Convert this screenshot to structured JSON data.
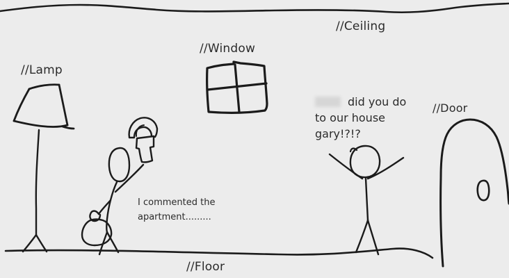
{
  "scene": {
    "background_color": "#ececec",
    "ink_color": "#1b1b1b",
    "censor_color": "#d6d6d6"
  },
  "labels": {
    "ceiling": "//Ceiling",
    "window": "//Window",
    "lamp": "//Lamp",
    "door": "//Door",
    "floor": "//Floor"
  },
  "speech": {
    "gary": {
      "line1": "I commented the",
      "line2": "apartment........."
    },
    "roommate": {
      "line1_after_censored_word": "did you do",
      "line2": "to our house",
      "line3": "gary!?!?"
    }
  }
}
